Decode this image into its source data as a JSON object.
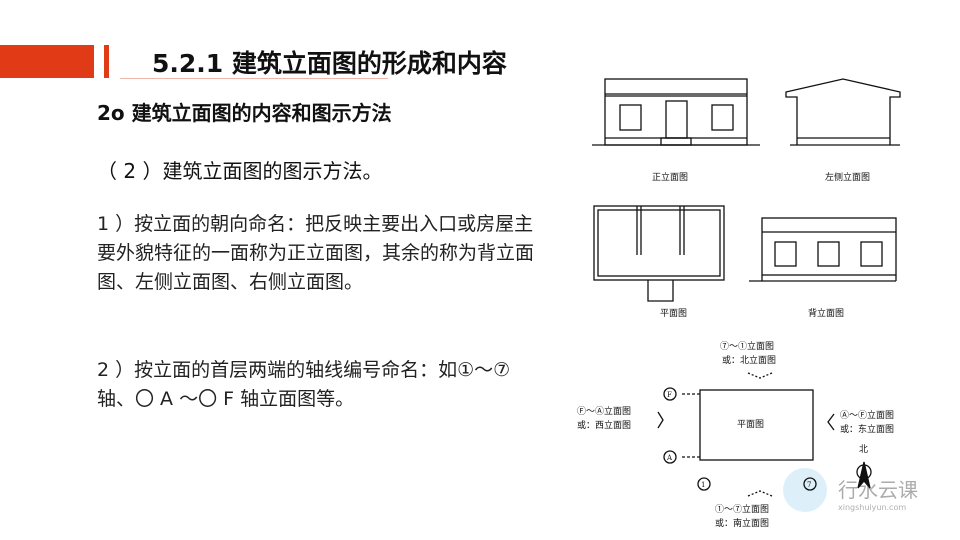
{
  "slide": {
    "title": "5.2.1  建筑立面图的形成和内容",
    "subtitle": "2o 建筑立面图的内容和图示方法",
    "section": "（ 2 ）建筑立面图的图示方法。",
    "para1": "1 ）按立面的朝向命名：把反映主要出入口或房屋主要外貌特征的一面称为正立面图，其余的称为背立面图、左侧立面图、右侧立面图。",
    "para2": "2 ）按立面的首层两端的轴线编号命名：如①～⑦轴、〇 A ～〇 F 轴立面图等。"
  },
  "figure": {
    "front": "正立面图",
    "left": "左侧立面图",
    "plan": "平面图",
    "back": "背立面图",
    "north_1": "⑦～①立面图",
    "north_2": "或：北立面图",
    "west_1": "Ⓕ～Ⓐ立面图",
    "west_2": "或：西立面图",
    "east_1": "Ⓐ～Ⓕ立面图",
    "east_2": "或：东立面图",
    "south_1": "①～⑦立面图",
    "south_2": "或：南立面图",
    "center": "平面图",
    "axis_f": "F",
    "axis_a": "A",
    "axis_1": "1",
    "axis_7": "7",
    "north": "北"
  },
  "watermark": {
    "name": "行水云课",
    "url": "xingshuiyun.com"
  },
  "colors": {
    "accent": "#e03a17"
  }
}
